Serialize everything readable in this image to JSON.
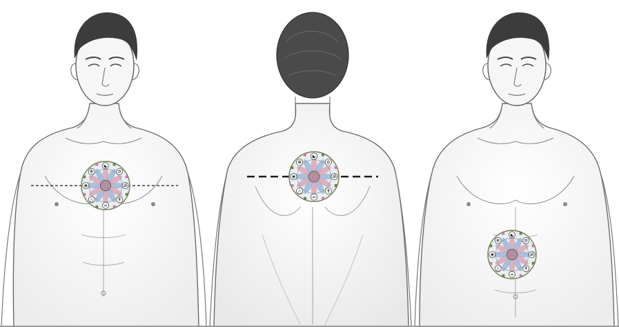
{
  "figures": [
    {
      "view": "front",
      "mandala_zone": "chest",
      "guide_line": "dashed-thin"
    },
    {
      "view": "back",
      "mandala_zone": "upper-back",
      "guide_line": "dashed-thick"
    },
    {
      "view": "front",
      "mandala_zone": "abdomen",
      "guide_line": "none"
    }
  ],
  "mandala": {
    "symbols": [
      "yin-yang-icon",
      "star-of-david-icon",
      "om-icon",
      "cross-icon",
      "infinity-icon",
      "triangle-icon",
      "lotus-icon",
      "snowflake-icon"
    ],
    "colors": {
      "petal": "#d9a7b8",
      "petal_alt": "#9fb6d6",
      "ring": "#8aa0a8",
      "accent": "#c07aa8",
      "rim": "#6f7f52",
      "center": "#b58fa0"
    }
  },
  "colors": {
    "skin_stroke": "#5b5b5b",
    "hair": "#3a3a3a",
    "shade": "#d8d8d8",
    "guide": "#1a1a1a"
  }
}
